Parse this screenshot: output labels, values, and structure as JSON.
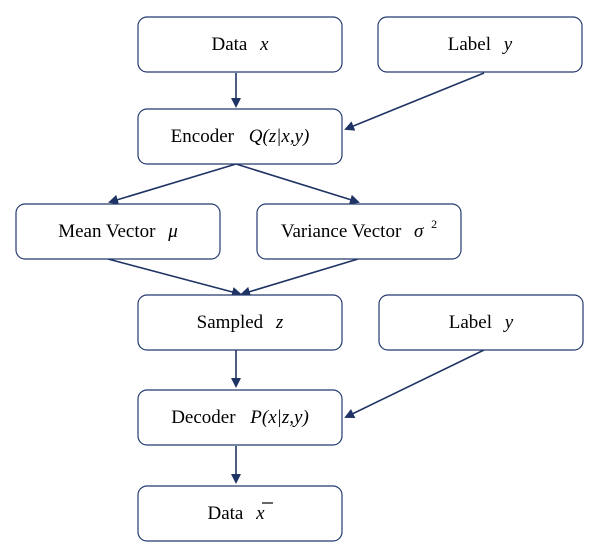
{
  "nodes": {
    "data_x": {
      "text": "Data",
      "var": "x"
    },
    "label_y_top": {
      "text": "Label",
      "var": "y"
    },
    "encoder": {
      "text": "Encoder",
      "var": "Q(z|x,y)"
    },
    "mean_vector": {
      "text": "Mean Vector",
      "var": "μ"
    },
    "variance_vector": {
      "text": "Variance Vector",
      "var": "σ",
      "sup": "2"
    },
    "sampled_z": {
      "text": "Sampled",
      "var": "z"
    },
    "label_y_bottom": {
      "text": "Label",
      "var": "y"
    },
    "decoder": {
      "text": "Decoder",
      "var": "P(x|z,y)"
    },
    "data_xbar": {
      "text": "Data",
      "var": "x"
    }
  },
  "colors": {
    "box_stroke": "#243a6e",
    "arrow": "#1f3464"
  }
}
